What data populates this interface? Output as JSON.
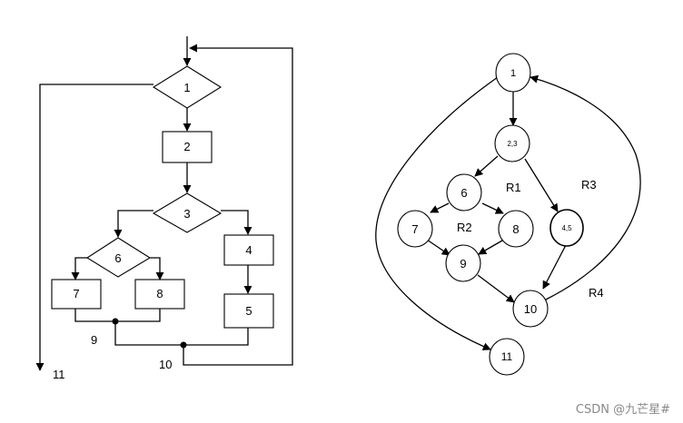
{
  "flowchart": {
    "nodes": {
      "n1": "1",
      "n2": "2",
      "n3": "3",
      "n4": "4",
      "n5": "5",
      "n6": "6",
      "n7": "7",
      "n8": "8",
      "n9": "9",
      "n10": "10",
      "n11": "11"
    }
  },
  "flowgraph": {
    "nodes": {
      "g1": "1",
      "g23": "2,3",
      "g6": "6",
      "g7": "7",
      "g8": "8",
      "g9": "9",
      "g45": "4,5",
      "g10": "10",
      "g11": "11"
    },
    "regions": {
      "r1": "R1",
      "r2": "R2",
      "r3": "R3",
      "r4": "R4"
    }
  },
  "watermark": "CSDN @九芒星#"
}
